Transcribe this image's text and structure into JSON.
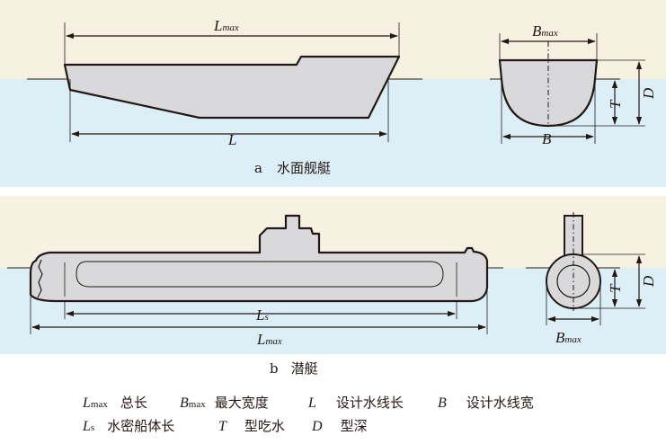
{
  "panel_a": {
    "caption_letter": "a",
    "caption_text": "水面舰艇",
    "dim_lmax": {
      "main": "L",
      "sub": "max"
    },
    "dim_bmax": {
      "main": "B",
      "sub": "max"
    },
    "dim_l": "L",
    "dim_b": "B",
    "dim_t": "T",
    "dim_d": "D"
  },
  "panel_b": {
    "caption_letter": "b",
    "caption_text": "潜艇",
    "dim_ls": {
      "main": "L",
      "sub": "s"
    },
    "dim_lmax": {
      "main": "L",
      "sub": "max"
    },
    "dim_bmax": {
      "main": "B",
      "sub": "max"
    },
    "dim_t": "T",
    "dim_d": "D"
  },
  "legend": {
    "row1": [
      {
        "sym": "L",
        "sub": "max",
        "text": "总长"
      },
      {
        "sym": "B",
        "sub": "max",
        "text": "最大宽度"
      },
      {
        "sym": "L",
        "sub": "",
        "text": "设计水线长"
      },
      {
        "sym": "B",
        "sub": "",
        "text": "设计水线宽"
      }
    ],
    "row2": [
      {
        "sym": "L",
        "sub": "s",
        "text": "水密船体长"
      },
      {
        "sym": "T",
        "sub": "",
        "text": "型吃水"
      },
      {
        "sym": "D",
        "sub": "",
        "text": "型深"
      }
    ]
  },
  "colors": {
    "sky": "#f6f1e1",
    "water": "#dceef6",
    "hull": "#d9d9db",
    "ink": "#231815"
  }
}
